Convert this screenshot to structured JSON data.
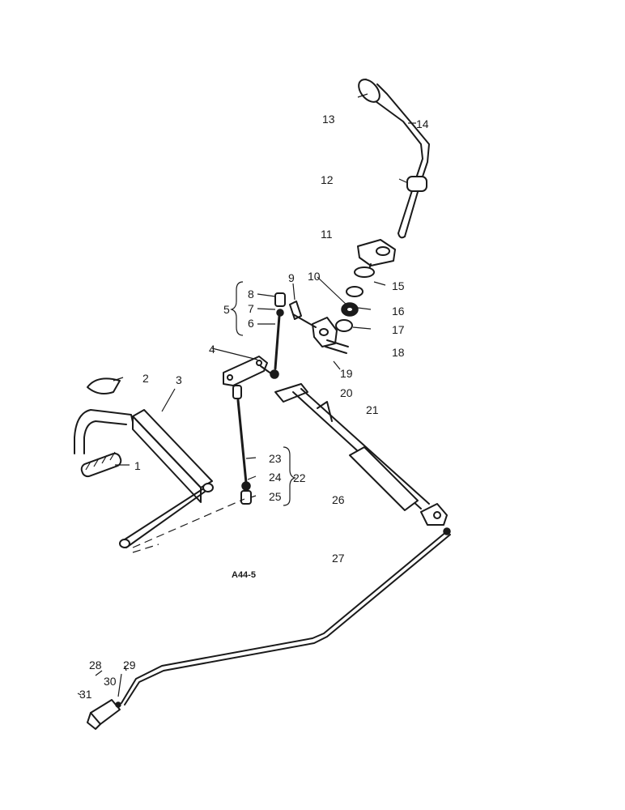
{
  "figure_ref": "A44-5",
  "callouts": {
    "c1": "1",
    "c2": "2",
    "c3": "3",
    "c4": "4",
    "c5": "5",
    "c6": "6",
    "c7": "7",
    "c8": "8",
    "c9": "9",
    "c10": "10",
    "c11": "11",
    "c12": "12",
    "c13": "13",
    "c14": "14",
    "c15": "15",
    "c16": "16",
    "c17": "17",
    "c18": "18",
    "c19": "19",
    "c20": "20",
    "c21": "21",
    "c22": "22",
    "c23": "23",
    "c24": "24",
    "c25": "25",
    "c26": "26",
    "c27": "27",
    "c28": "28",
    "c29": "29",
    "c30": "30",
    "c31": "31"
  }
}
